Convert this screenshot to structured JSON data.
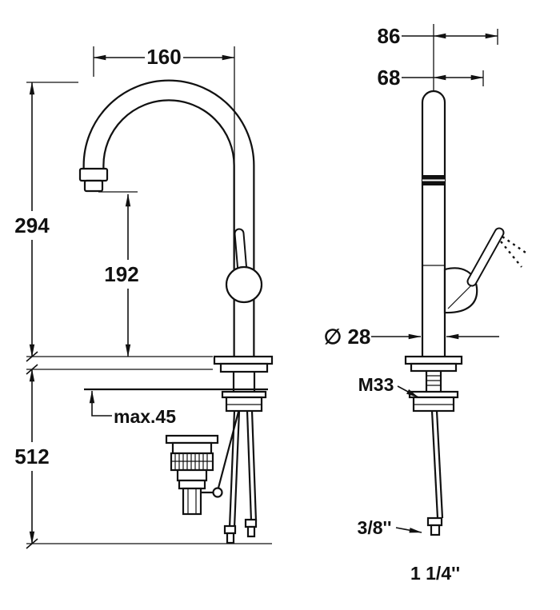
{
  "page": {
    "background": "#ffffff",
    "line_color": "#111111"
  },
  "front_view": {
    "dim_spout_reach": "160",
    "dim_height_above": "294",
    "dim_outlet_height": "192",
    "dim_below_counter": "512",
    "dim_max_thickness": "max.45"
  },
  "side_view": {
    "dim_depth_total": "86",
    "dim_depth_handle": "68",
    "dim_diameter": "∅ 28",
    "dim_thread": "M33",
    "dim_hose_connection": "3/8''",
    "dim_drain_size": "1 1/4''"
  }
}
